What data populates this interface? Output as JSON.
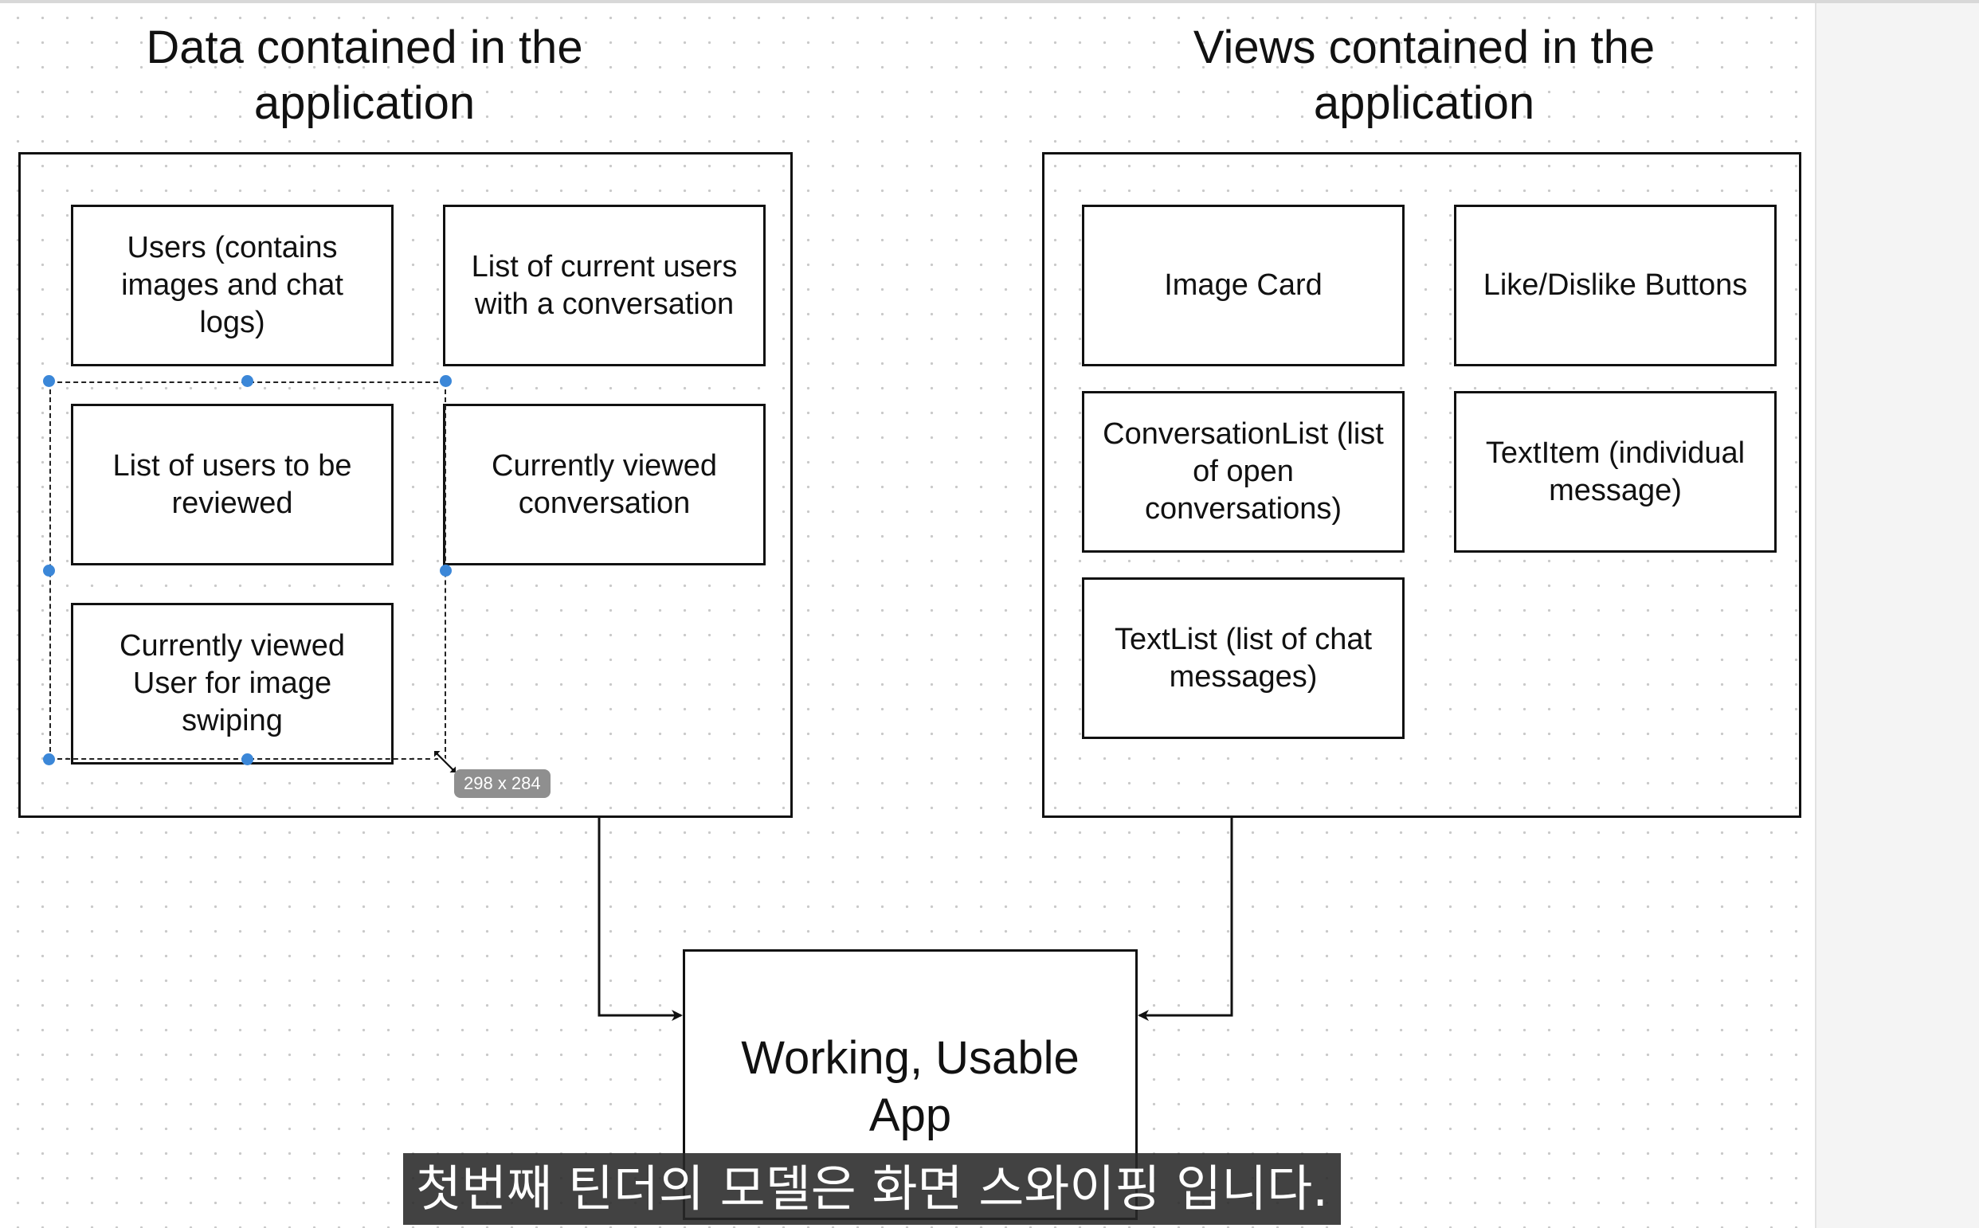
{
  "diagram": {
    "left_heading": "Data contained in the\napplication",
    "right_heading": "Views contained in the\napplication",
    "data_items": [
      "Users (contains\nimages and chat\nlogs)",
      "List of current users\nwith a conversation",
      "List of users to be\nreviewed",
      "Currently viewed\nconversation",
      "Currently viewed\nUser for image\nswiping"
    ],
    "view_items": [
      "Image Card",
      "Like/Dislike Buttons",
      "ConversationList (list\nof open\nconversations)",
      "TextItem (individual\nmessage)",
      "TextList (list of chat\nmessages)"
    ],
    "result_box": "Working, Usable\nApp"
  },
  "selection": {
    "size_tooltip": "298 x 284"
  },
  "subtitle": "첫번째 틴더의 모델은 화면 스와이핑 입니다."
}
